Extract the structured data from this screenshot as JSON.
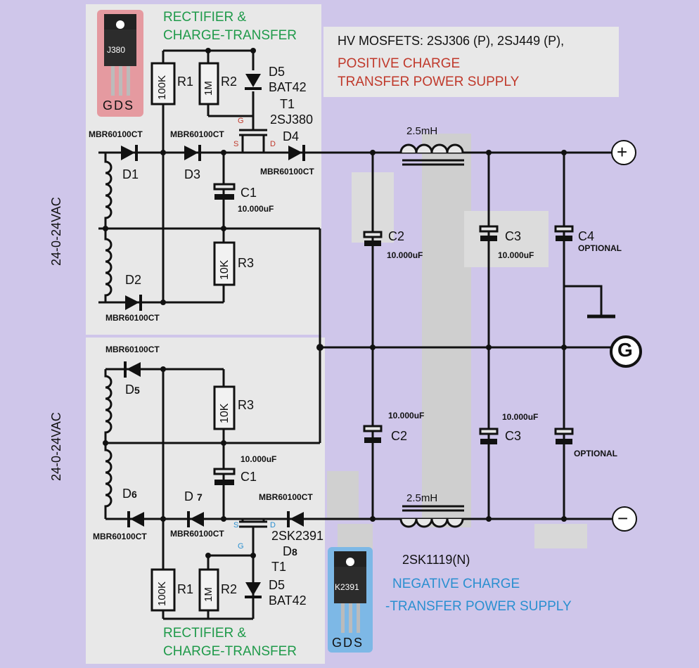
{
  "top_section": {
    "title_line1": "RECTIFIER &",
    "title_line2": "CHARGE-TRANSFER",
    "mosfets_note": "HV MOSFETS: 2SJ306 (P), 2SJ449 (P),",
    "supply_line1": "POSITIVE CHARGE",
    "supply_line2": "TRANSFER POWER SUPPLY",
    "package_label": "J380",
    "package_pins": "GDS",
    "transformer_label": "24-0-24VAC"
  },
  "bottom_section": {
    "title_line1": "RECTIFIER &",
    "title_line2": "CHARGE-TRANSFER",
    "mosfet_note": "2SK1119(N)",
    "supply_line1": "NEGATIVE CHARGE",
    "supply_line2": "-TRANSFER POWER SUPPLY",
    "package_label": "K2391",
    "package_pins": "GDS",
    "transformer_label": "24-0-24VAC"
  },
  "components_top": {
    "r1": "R1",
    "r1_value": "100K",
    "r2": "R2",
    "r2_value": "1M",
    "d5": "D5",
    "d5_part": "BAT42",
    "t1": "T1",
    "t1_part": "2SJ380",
    "pin_g": "G",
    "pin_s": "S",
    "pin_d": "D",
    "d1": "D1",
    "d2": "D2",
    "d3": "D3",
    "d4": "D4",
    "diode_part": "MBR60100CT",
    "c1": "C1",
    "c1_value": "10.000uF",
    "r3": "R3",
    "r3_value": "10K",
    "l1": "2.5mH",
    "c2": "C2",
    "c2_value": "10.000uF",
    "c3": "C3",
    "c3_value": "10.000uF",
    "c4": "C4",
    "c4_note": "OPTIONAL"
  },
  "components_bottom": {
    "d5": "D",
    "d5_num": "5",
    "d6": "D",
    "d6_num": "6",
    "d7": "D",
    "d7_num": "7",
    "d8": "D",
    "d8_num": "8",
    "diode_part": "MBR60100CT",
    "r3": "R3",
    "r3_value": "10K",
    "c1": "C1",
    "c1_value": "10.000uF",
    "t1": "T1",
    "t1_part": "2SK2391",
    "pin_s": "S",
    "pin_g": "G",
    "pin_d": "D",
    "r1": "R1",
    "r1_value": "100K",
    "r2": "R2",
    "r2_value": "1M",
    "d5b": "D5",
    "d5b_part": "BAT42",
    "l1": "2.5mH",
    "c2": "C2",
    "c2_value": "10.000uF",
    "c3": "C3",
    "c3_value": "10.000uF",
    "c4_note": "OPTIONAL"
  },
  "terminals": {
    "positive": "+",
    "negative": "−",
    "ground": "G"
  },
  "colors": {
    "background": "#cfc6ea",
    "panel": "#e6e6e6",
    "green_text": "#1f9a4a",
    "red_text": "#c0392b",
    "blue_text": "#2a8fd0",
    "pkg_top_bg": "#e59aa0",
    "pkg_bottom_bg": "#7db8e6"
  }
}
